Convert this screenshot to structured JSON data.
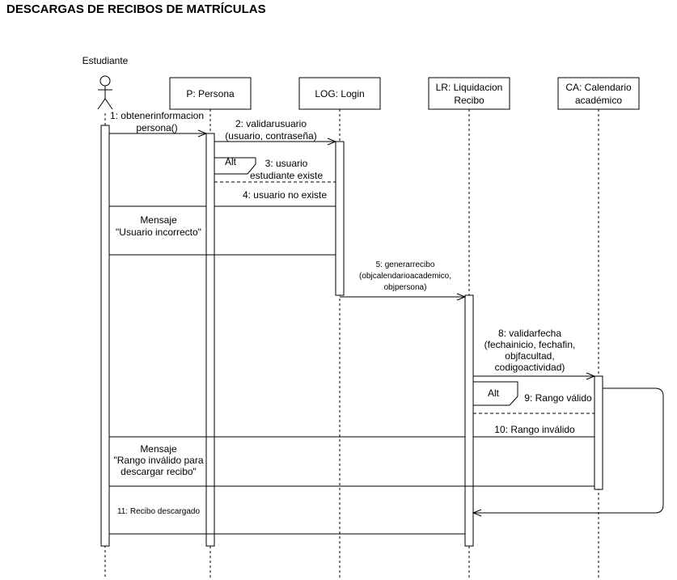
{
  "title": "DESCARGAS DE RECIBOS DE MATRÍCULAS",
  "actor": {
    "name": "Estudiante"
  },
  "participants": [
    {
      "lines": [
        "P: Persona"
      ]
    },
    {
      "lines": [
        "LOG: Login"
      ]
    },
    {
      "lines": [
        "LR: Liquidacion",
        "Recibo"
      ]
    },
    {
      "lines": [
        "CA: Calendario",
        "académico"
      ]
    }
  ],
  "messages": {
    "m1": [
      "1: obtenerinformacion",
      "persona()"
    ],
    "m2": [
      "2: validarusuario",
      "(usuario, contraseña)"
    ],
    "m3": [
      "3: usuario",
      "estudiante existe"
    ],
    "m4": [
      "4: usuario no existe"
    ],
    "msg_usuario": [
      "Mensaje",
      "\"Usuario incorrecto\""
    ],
    "m5": [
      "5: generarrecibo",
      "(objcalendarioacademico,",
      "objpersona)"
    ],
    "m8": [
      "8: validarfecha",
      "(fechainicio, fechafin,",
      "objfacultad,",
      "codigoactividad)"
    ],
    "m9": [
      "9: Rango válido"
    ],
    "m10": [
      "10: Rango inválido"
    ],
    "msg_rango": [
      "Mensaje",
      "\"Rango inválido para",
      "descargar recibo\""
    ],
    "m11": [
      "11: Recibo descargado"
    ]
  },
  "fragments": {
    "alt1": "Alt",
    "alt2": "Alt"
  }
}
